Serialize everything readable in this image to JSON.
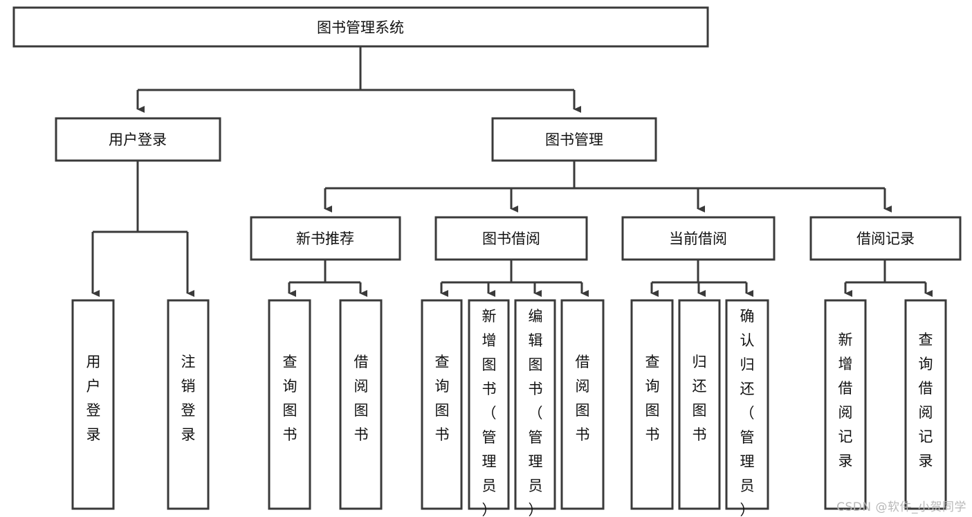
{
  "diagram": {
    "title": "图书管理系统",
    "type": "tree-hierarchy-diagram",
    "orientation": "top-down",
    "colors": {
      "box_stroke": "#3a3a3a",
      "box_fill": "#ffffff",
      "connector": "#3a3a3a",
      "text": "#111111",
      "background": "#ffffff",
      "watermark": "#b8b8b8"
    },
    "root": {
      "label": "图书管理系统",
      "orientation": "horizontal"
    },
    "level2": [
      {
        "label": "用户登录",
        "orientation": "horizontal"
      },
      {
        "label": "图书管理",
        "orientation": "horizontal"
      }
    ],
    "level3": [
      {
        "label": "新书推荐",
        "orientation": "horizontal",
        "parent": "图书管理"
      },
      {
        "label": "图书借阅",
        "orientation": "horizontal",
        "parent": "图书管理"
      },
      {
        "label": "当前借阅",
        "orientation": "horizontal",
        "parent": "图书管理"
      },
      {
        "label": "借阅记录",
        "orientation": "horizontal",
        "parent": "图书管理"
      }
    ],
    "leaves": {
      "用户登录": [
        {
          "label": "用户登录",
          "lines": [
            "用",
            "户",
            "登",
            "录"
          ]
        },
        {
          "label": "注销登录",
          "lines": [
            "注",
            "销",
            "登",
            "录"
          ]
        }
      ],
      "新书推荐": [
        {
          "label": "查询图书",
          "lines": [
            "查",
            "询",
            "图",
            "书"
          ]
        },
        {
          "label": "借阅图书",
          "lines": [
            "借",
            "阅",
            "图",
            "书"
          ]
        }
      ],
      "图书借阅": [
        {
          "label": "查询图书",
          "lines": [
            "查",
            "询",
            "图",
            "书"
          ]
        },
        {
          "label": "新增图书（管理员）",
          "lines": [
            "新",
            "增",
            "图",
            "书",
            "（",
            "管",
            "理",
            "员",
            "）"
          ]
        },
        {
          "label": "编辑图书（管理员）",
          "lines": [
            "编",
            "辑",
            "图",
            "书",
            "（",
            "管",
            "理",
            "员",
            "）"
          ]
        },
        {
          "label": "借阅图书",
          "lines": [
            "借",
            "阅",
            "图",
            "书"
          ]
        }
      ],
      "当前借阅": [
        {
          "label": "查询图书",
          "lines": [
            "查",
            "询",
            "图",
            "书"
          ]
        },
        {
          "label": "归还图书",
          "lines": [
            "归",
            "还",
            "图",
            "书"
          ]
        },
        {
          "label": "确认归还（管理员）",
          "lines": [
            "确",
            "认",
            "归",
            "还",
            "（",
            "管",
            "理",
            "员",
            "）"
          ]
        }
      ],
      "借阅记录": [
        {
          "label": "新增借阅记录",
          "lines": [
            "新",
            "增",
            "借",
            "阅",
            "记",
            "录"
          ]
        },
        {
          "label": "查询借阅记录",
          "lines": [
            "查",
            "询",
            "借",
            "阅",
            "记",
            "录"
          ]
        }
      ]
    }
  },
  "watermark": {
    "text": "CSDN @软件_小贺同学"
  }
}
